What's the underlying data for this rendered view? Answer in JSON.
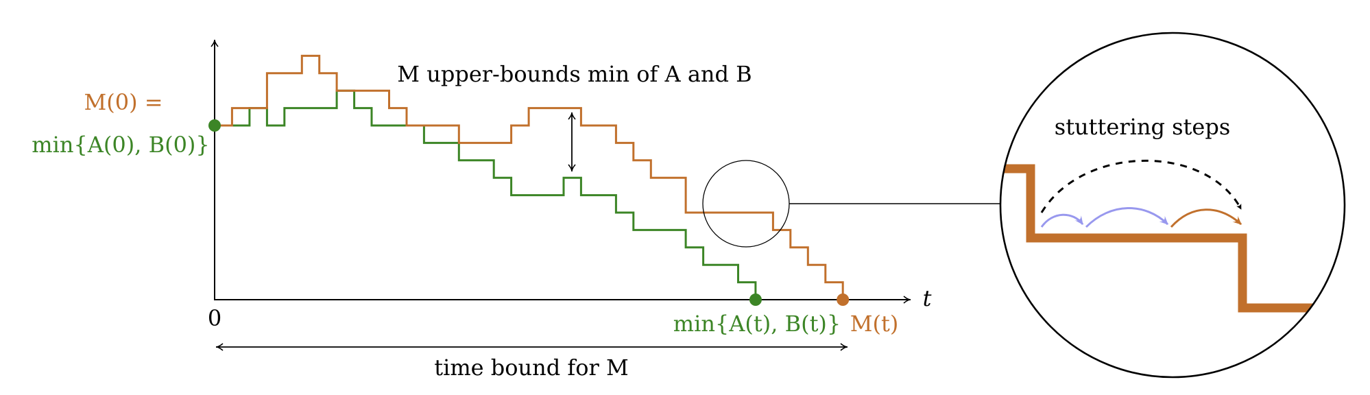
{
  "colors": {
    "M": "#c1702c",
    "min": "#3c8526",
    "axis": "#000000",
    "step_arrow": "#9898ee"
  },
  "labels": {
    "title": "M upper-bounds min of A and B",
    "M0_line1": "M(0) =",
    "M0_line2": "min{A(0), B(0)}",
    "origin": "0",
    "t_axis": "t",
    "minAB_t": "min{A(t), B(t)}",
    "M_t": "M(t)",
    "time_bound": "time bound for M",
    "stuttering": "stuttering steps"
  },
  "series": {
    "M": [
      [
        0,
        10
      ],
      [
        1,
        11
      ],
      [
        3,
        13
      ],
      [
        5,
        14
      ],
      [
        6,
        13
      ],
      [
        7,
        12
      ],
      [
        10,
        11
      ],
      [
        11,
        10
      ],
      [
        14,
        9
      ],
      [
        17,
        10
      ],
      [
        18,
        11
      ],
      [
        21,
        10
      ],
      [
        23,
        9
      ],
      [
        24,
        8
      ],
      [
        25,
        7
      ],
      [
        27,
        5
      ],
      [
        32,
        4
      ],
      [
        33,
        3
      ],
      [
        34,
        2
      ],
      [
        35,
        1
      ],
      [
        36,
        0
      ]
    ],
    "min": [
      [
        0,
        10
      ],
      [
        2,
        11
      ],
      [
        3,
        10
      ],
      [
        4,
        11
      ],
      [
        7,
        12
      ],
      [
        8,
        11
      ],
      [
        9,
        10
      ],
      [
        12,
        9
      ],
      [
        14,
        8
      ],
      [
        16,
        7
      ],
      [
        17,
        6
      ],
      [
        20,
        7
      ],
      [
        21,
        6
      ],
      [
        23,
        5
      ],
      [
        24,
        4
      ],
      [
        27,
        3
      ],
      [
        28,
        2
      ],
      [
        30,
        1
      ],
      [
        31,
        0
      ]
    ]
  }
}
